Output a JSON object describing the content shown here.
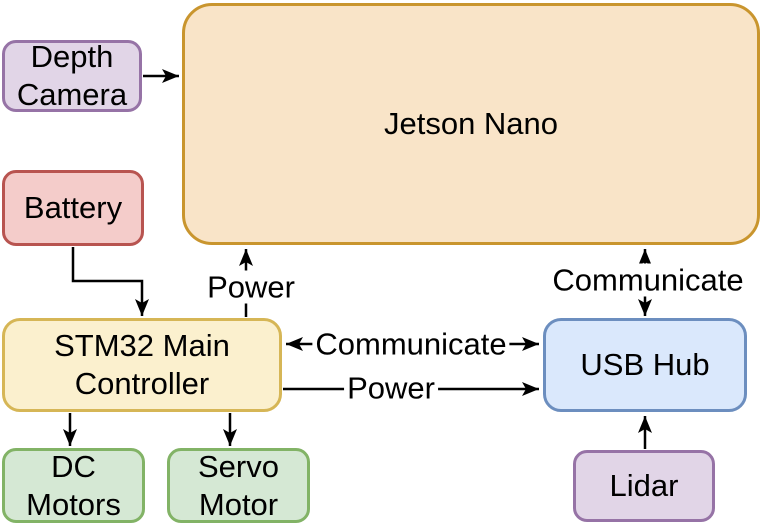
{
  "diagram": {
    "nodes": {
      "depth_camera": {
        "lines": [
          "Depth",
          "Camera"
        ],
        "fill": "#E1D5E7",
        "stroke": "#9673A6"
      },
      "jetson_nano": {
        "lines": [
          "Jetson Nano"
        ],
        "fill": "#F9E4C8",
        "stroke": "#C9952E"
      },
      "battery": {
        "lines": [
          "Battery"
        ],
        "fill": "#F4CCCA",
        "stroke": "#B85450"
      },
      "stm32_main_controller": {
        "lines": [
          "STM32 Main",
          "Controller"
        ],
        "fill": "#FBF0CE",
        "stroke": "#D6B656"
      },
      "usb_hub": {
        "lines": [
          "USB Hub"
        ],
        "fill": "#DAE8FC",
        "stroke": "#6C8EBF"
      },
      "dc_motors": {
        "lines": [
          "DC",
          "Motors"
        ],
        "fill": "#D5E8D4",
        "stroke": "#82B366"
      },
      "servo_motor": {
        "lines": [
          "Servo",
          "Motor"
        ],
        "fill": "#D5E8D4",
        "stroke": "#82B366"
      },
      "lidar": {
        "lines": [
          "Lidar"
        ],
        "fill": "#E1D5E7",
        "stroke": "#9673A6"
      }
    },
    "edge_labels": {
      "power_stm32_to_jetson": "Power",
      "communicate_jetson_usb": "Communicate",
      "communicate_stm32_usb": "Communicate",
      "power_stm32_to_usb": "Power"
    },
    "connector_color": "#000000"
  }
}
